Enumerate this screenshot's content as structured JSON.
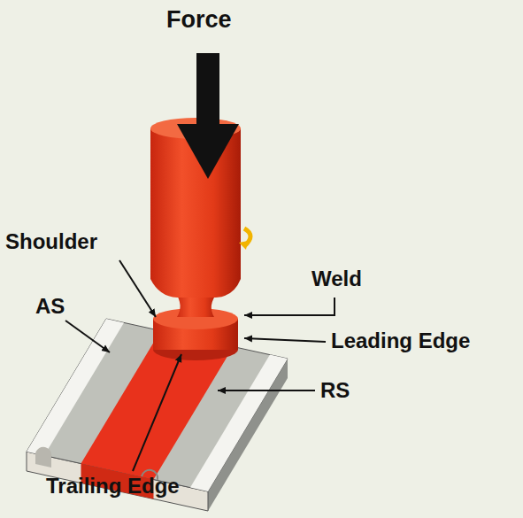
{
  "diagram": {
    "labels": [
      "Force",
      "Shoulder",
      "Weld",
      "AS",
      "Leading Edge",
      "RS",
      "Trailing Edge"
    ]
  }
}
